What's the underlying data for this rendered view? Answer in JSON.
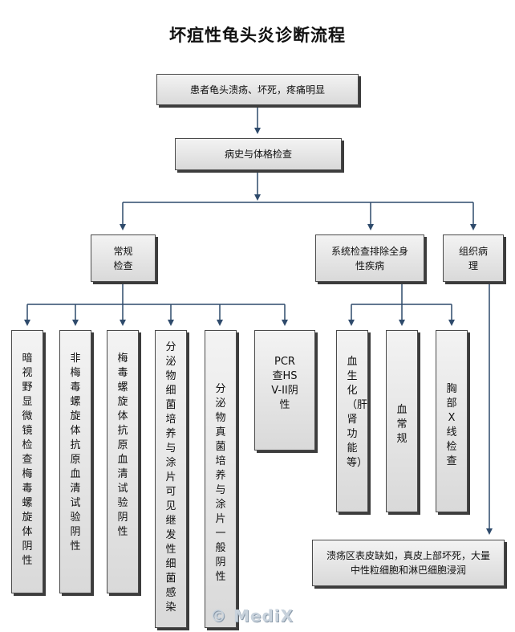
{
  "title": "坏疽性龟头炎诊断流程",
  "nodes": {
    "symptom": "患者龟头溃疡、坏死，疼痛明显",
    "history": "病史与体格检查",
    "routine": "常规检查",
    "systemic": "系统检查排除全身性疾病",
    "pathology": "组织病理",
    "darkfield": "暗视野显微镜检查梅毒螺旋体阴性",
    "nontreponemal": "非梅毒螺旋体抗原血清试验阴性",
    "treponemal": "梅毒螺旋体抗原血清试验阴性",
    "bacterial": "分泌物细菌培养与涂片可见继发性细菌感染",
    "fungal": "分泌物真菌培养与涂片一般阴性",
    "pcr": "PCR查HSV-II阴性",
    "biochem": "血生化（肝肾功能等）",
    "blood": "血常规",
    "xray": "胸部X线检查",
    "pathology_result": "溃疡区表皮缺如，真皮上部坏死，大量中性粒细胞和淋巴细胞浸润"
  },
  "watermark": "© MediX"
}
